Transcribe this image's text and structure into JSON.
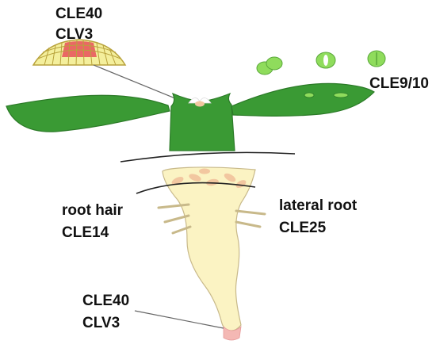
{
  "labels": {
    "shoot_meristem": [
      "CLE40",
      "CLV3"
    ],
    "stomata": "CLE9/10",
    "root_hair": [
      "root hair",
      "CLE14"
    ],
    "lateral_root": [
      "lateral root",
      "CLE25"
    ],
    "root_meristem": [
      "CLE40",
      "CLV3"
    ]
  },
  "colors": {
    "leaf_green": "#3a9a34",
    "leaf_dark": "#2b7a27",
    "stoma_green": "#8fdc5c",
    "root_cream": "#fbf3c3",
    "root_outline": "#c8b98a",
    "meristem_red": "#e8505a",
    "meristem_yellow": "#f4ef9c",
    "cell_outline": "#b8a23c",
    "tip_pink": "#f4b8b4",
    "vascular_peach": "#f2c7a0",
    "ground_line": "#222222"
  },
  "icons": {
    "meristem_inset": "shoot-meristem-cells",
    "stomata": "guard-cell-pair"
  }
}
